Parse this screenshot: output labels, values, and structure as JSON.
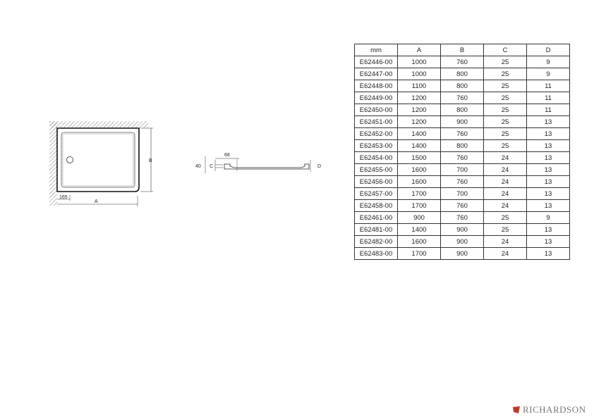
{
  "drawing": {
    "plan": {
      "label_a": "A",
      "label_b": "B",
      "label_offset": "165"
    },
    "section": {
      "label_40": "40",
      "label_c": "C",
      "label_68": "68",
      "label_d": "D"
    }
  },
  "table": {
    "headers": [
      "mm",
      "A",
      "B",
      "C",
      "D"
    ],
    "rows": [
      [
        "E62446-00",
        "1000",
        "760",
        "25",
        "9"
      ],
      [
        "E62447-00",
        "1000",
        "800",
        "25",
        "9"
      ],
      [
        "E62448-00",
        "1100",
        "800",
        "25",
        "11"
      ],
      [
        "E62449-00",
        "1200",
        "760",
        "25",
        "11"
      ],
      [
        "E62450-00",
        "1200",
        "800",
        "25",
        "11"
      ],
      [
        "E62451-00",
        "1200",
        "900",
        "25",
        "13"
      ],
      [
        "E62452-00",
        "1400",
        "760",
        "25",
        "13"
      ],
      [
        "E62453-00",
        "1400",
        "800",
        "25",
        "13"
      ],
      [
        "E62454-00",
        "1500",
        "760",
        "24",
        "13"
      ],
      [
        "E62455-00",
        "1600",
        "700",
        "24",
        "13"
      ],
      [
        "E62456-00",
        "1600",
        "760",
        "24",
        "13"
      ],
      [
        "E62457-00",
        "1700",
        "700",
        "24",
        "13"
      ],
      [
        "E62458-00",
        "1700",
        "760",
        "24",
        "13"
      ],
      [
        "E62461-00",
        "900",
        "760",
        "25",
        "9"
      ],
      [
        "E62481-00",
        "1400",
        "900",
        "25",
        "13"
      ],
      [
        "E62482-00",
        "1600",
        "900",
        "24",
        "13"
      ],
      [
        "E62483-00",
        "1700",
        "900",
        "24",
        "13"
      ]
    ]
  },
  "logo": {
    "text": "RICHARDSON",
    "color": "#c0392b"
  }
}
